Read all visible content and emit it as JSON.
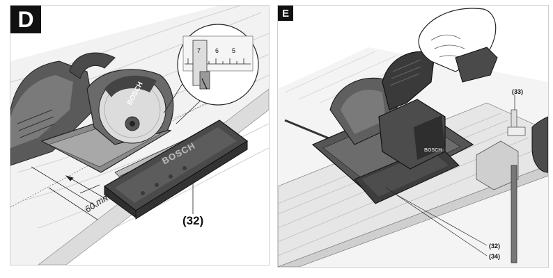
{
  "panel_d": {
    "badge": "D",
    "dimension_label": "60 mm",
    "part_label": "(32)",
    "brand_blade": "BOSCH",
    "brand_guide": "BOSCH",
    "scale_numbers": [
      "7",
      "6",
      "5"
    ]
  },
  "panel_e": {
    "badge": "E",
    "part_labels": [
      "(33)",
      "(32)",
      "(34)"
    ],
    "brand_motor": "BOSCH"
  },
  "colors": {
    "saw_body": "#5a5a5a",
    "saw_dark": "#2e2e2e",
    "guide_dark": "#3a3a3a",
    "wood": "#efefef",
    "wood_lines": "#cccccc",
    "rail": "#e2e2e2"
  }
}
